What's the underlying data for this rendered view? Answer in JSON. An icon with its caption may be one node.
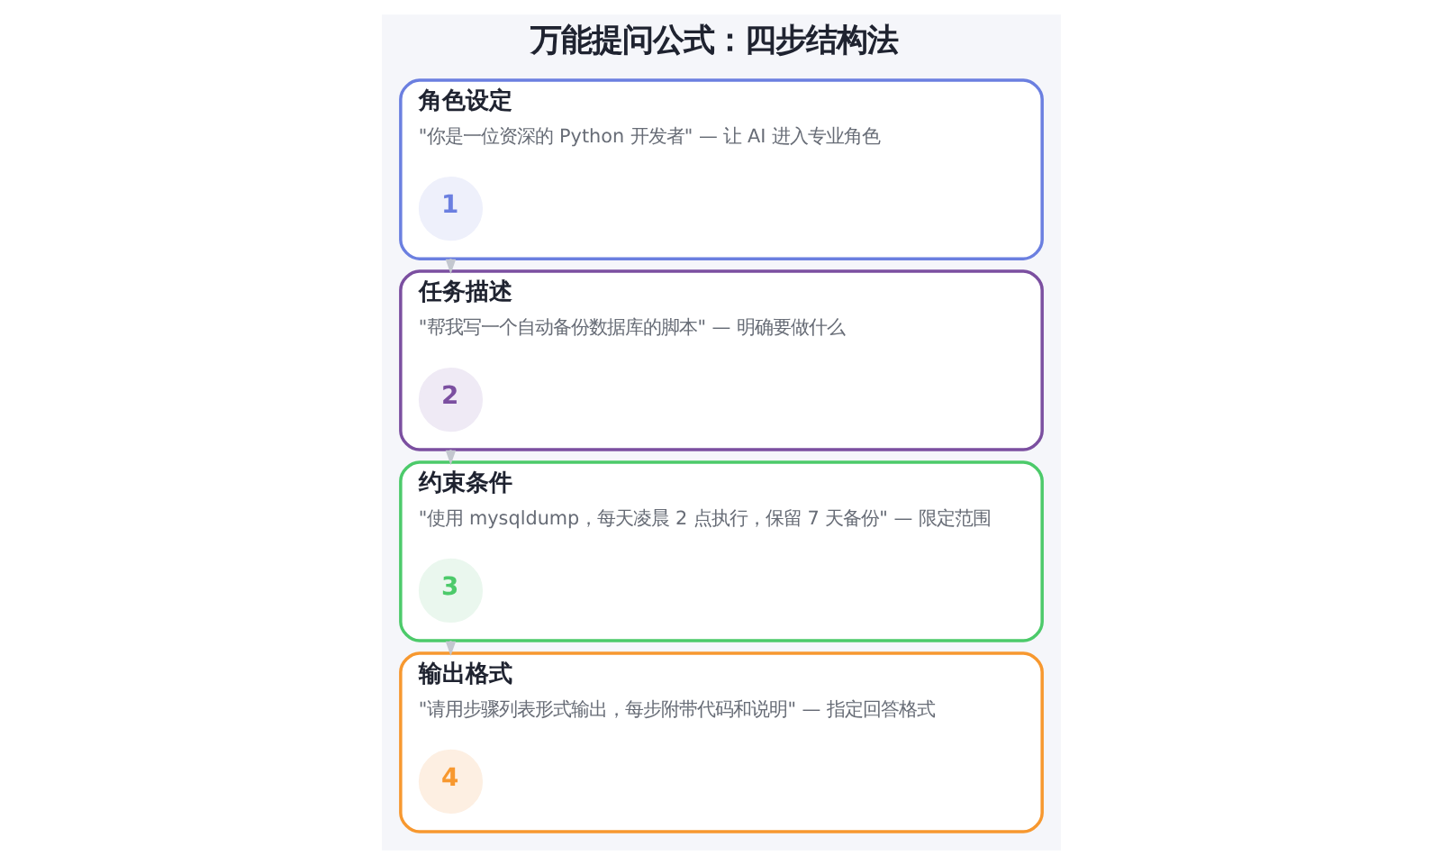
{
  "diagram": {
    "title": "万能提问公式：四步结构法",
    "nodes": [
      {
        "text": [
          "角色设定",
          "\"你是一位资深的 Python 开发者\" — 让 AI 进入专业角色"
        ]
      },
      {
        "text": [
          "1"
        ],
        "in": 0
      },
      {
        "text": [
          "任务描述",
          "\"帮我写一个自动备份数据库的脚本\" — 明确要做什么"
        ]
      },
      {
        "text": [
          "2"
        ],
        "in": 2
      },
      {
        "text": [
          "约束条件",
          "\"使用 mysqldump，每天凌晨 2 点执行，保留 7 天备份\" — 限定范围"
        ]
      },
      {
        "text": [
          "3"
        ],
        "in": 4
      },
      {
        "text": [
          "输出格式",
          "\"请用步骤列表形式输出，每步附带代码和说明\" — 指定回答格式"
        ]
      },
      {
        "text": [
          "4"
        ],
        "in": 6
      }
    ],
    "edges": [
      {
        "from": 0,
        "to": 2,
        "arrow": "to"
      },
      {
        "from": 2,
        "to": 4,
        "arrow": "to"
      },
      {
        "from": 4,
        "to": 6,
        "arrow": "to"
      }
    ]
  }
}
